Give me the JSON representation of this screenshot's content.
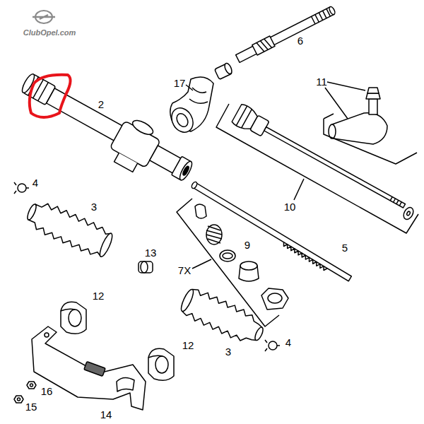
{
  "diagram": {
    "labels": [
      "ClubOpel.com",
      "6",
      "11",
      "17",
      "2",
      "10",
      "4",
      "3",
      "5",
      "9",
      "13",
      "7X",
      "12",
      "3",
      "4",
      "12",
      "16",
      "15",
      "14"
    ]
  }
}
